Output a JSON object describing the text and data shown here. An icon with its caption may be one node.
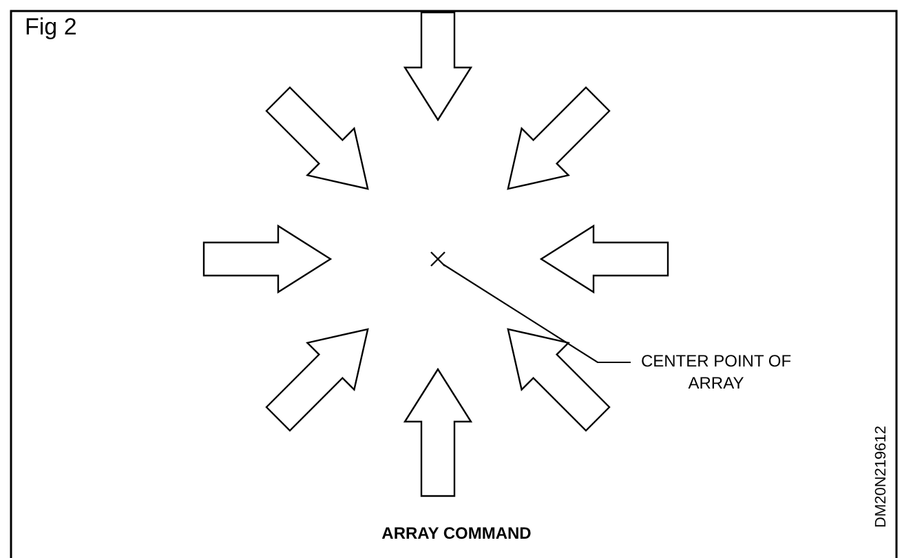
{
  "diagram": {
    "title": "Fig 2",
    "caption": "ARRAY COMMAND",
    "nodes": [
      {
        "text": [],
        "shape": "cross"
      },
      {
        "text": [
          "CENTER POINT OF ARRAY"
        ]
      }
    ],
    "edges": [
      {
        "from": 1,
        "to": 0,
        "arrow": "none"
      }
    ],
    "labels": [
      "DM20N219612"
    ]
  }
}
